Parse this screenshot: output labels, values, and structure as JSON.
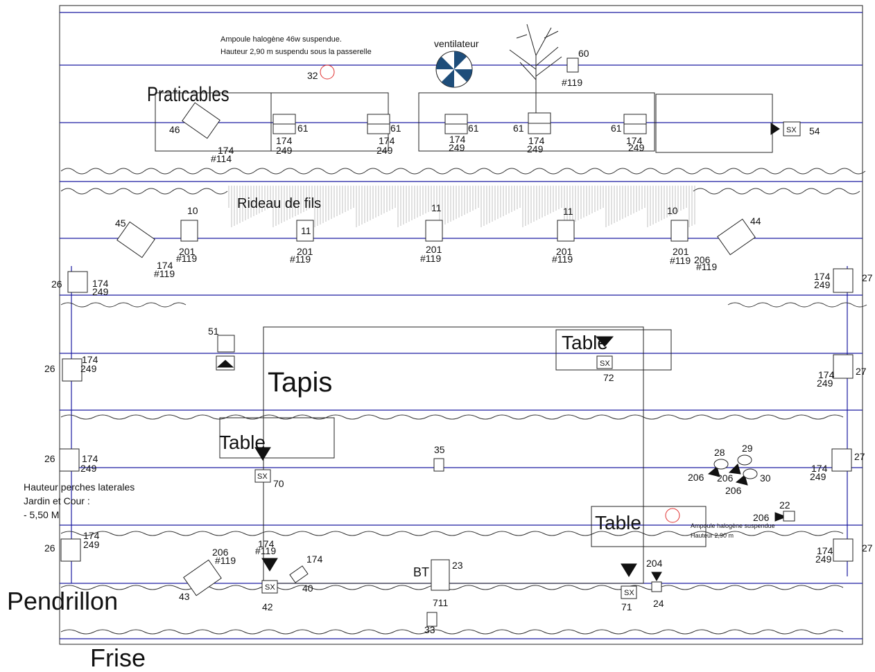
{
  "colors": {
    "batten": "#1a1aa0",
    "ink": "#111111",
    "lamp_halogen": "#e03030",
    "fan": "#1e4d7a"
  },
  "notes": {
    "halogen_top_1": "Ampoule halogène 46w suspendue.",
    "halogen_top_2": "Hauteur 2,90 m suspendu sous la passerelle",
    "fan": "ventilateur",
    "side_height_1": "Hauteur perches laterales",
    "side_height_2": "Jardin et Cour :",
    "side_height_3": "- 5,50 M",
    "halogen_table_1": "Ampoule halogène suspendue",
    "halogen_table_2": "Hauteur 2,90 m"
  },
  "zones": {
    "praticables": "Praticables",
    "rideau": "Rideau de fils",
    "tapis": "Tapis",
    "table": "Table",
    "pendrillon": "Pendrillon",
    "frise": "Frise",
    "bt": "BT"
  },
  "labels": {
    "n10": "10",
    "n11": "11",
    "n22": "22",
    "n23": "23",
    "n24": "24",
    "n26": "26",
    "n27": "27",
    "n28": "28",
    "n29": "29",
    "n30": "30",
    "n32": "32",
    "n33": "33",
    "n35": "35",
    "n40": "40",
    "n42": "42",
    "n43": "43",
    "n44": "44",
    "n45": "45",
    "n46": "46",
    "n51": "51",
    "n54": "54",
    "n60": "60",
    "n61": "61",
    "n70": "70",
    "n71": "71",
    "n72": "72",
    "n174": "174",
    "n201": "201",
    "n204": "204",
    "n206": "206",
    "n249": "249",
    "n711": "711",
    "g114": "#114",
    "g119": "#119",
    "sx": "SX"
  }
}
